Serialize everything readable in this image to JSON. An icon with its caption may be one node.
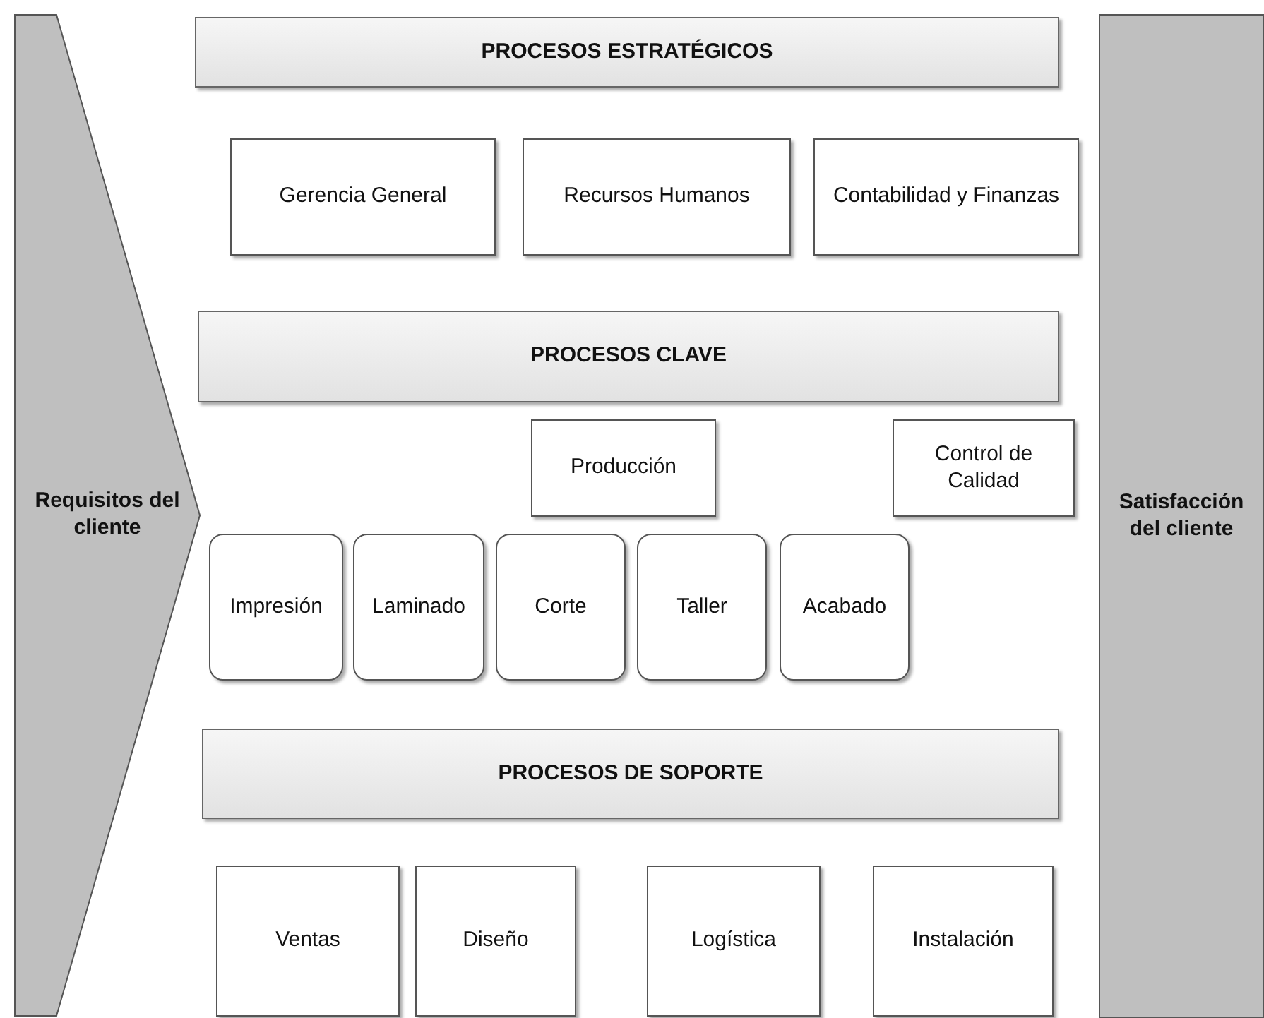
{
  "diagram": {
    "nodes": [
      {
        "text": [
          "Requisitos del cliente"
        ]
      },
      {
        "text": [
          "PROCESOS ESTRATÉGICOS"
        ]
      },
      {
        "text": [
          "Gerencia General"
        ]
      },
      {
        "text": [
          "Recursos Humanos"
        ]
      },
      {
        "text": [
          "Contabilidad y Finanzas"
        ]
      },
      {
        "text": [
          "PROCESOS CLAVE"
        ]
      },
      {
        "text": [
          "Producción"
        ]
      },
      {
        "text": [
          "Control de Calidad"
        ]
      },
      {
        "text": [
          "Impresión"
        ]
      },
      {
        "text": [
          "Laminado"
        ]
      },
      {
        "text": [
          "Corte"
        ]
      },
      {
        "text": [
          "Taller"
        ]
      },
      {
        "text": [
          "Acabado"
        ]
      },
      {
        "text": [
          "PROCESOS DE SOPORTE"
        ]
      },
      {
        "text": [
          "Ventas"
        ]
      },
      {
        "text": [
          "Diseño"
        ]
      },
      {
        "text": [
          "Logística"
        ]
      },
      {
        "text": [
          "Instalación"
        ]
      },
      {
        "text": [
          "Satisfacción del cliente"
        ]
      }
    ]
  }
}
